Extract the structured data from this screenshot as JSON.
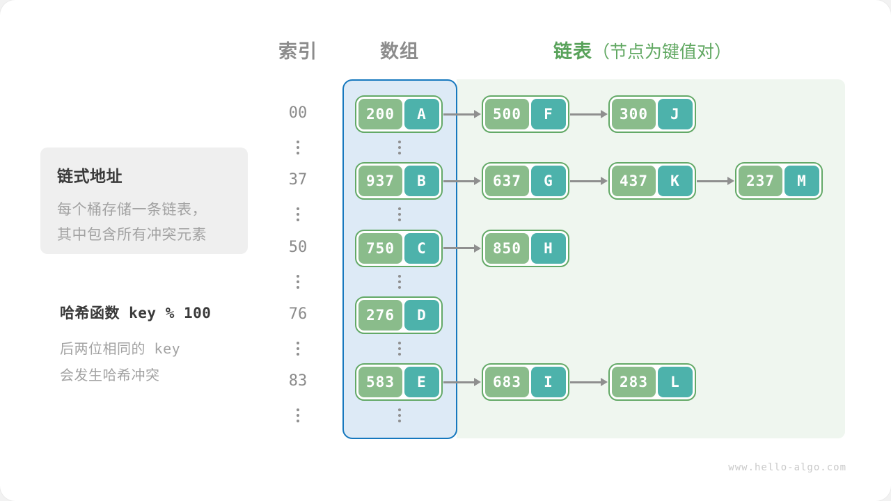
{
  "headers": {
    "index": "索引",
    "array": "数组",
    "list": "链表",
    "list_note": "（节点为键值对）"
  },
  "info_box": {
    "title": "链式地址",
    "line1": "每个桶存储一条链表，",
    "line2": "其中包含所有冲突元素"
  },
  "hash_note": {
    "title": "哈希函数 key % 100",
    "line1": "后两位相同的 key",
    "line2": "会发生哈希冲突"
  },
  "rows": [
    {
      "index": "00",
      "bucket": {
        "key": "200",
        "value": "A"
      },
      "chain": [
        {
          "key": "500",
          "value": "F"
        },
        {
          "key": "300",
          "value": "J"
        }
      ]
    },
    {
      "index": "37",
      "bucket": {
        "key": "937",
        "value": "B"
      },
      "chain": [
        {
          "key": "637",
          "value": "G"
        },
        {
          "key": "437",
          "value": "K"
        },
        {
          "key": "237",
          "value": "M"
        }
      ]
    },
    {
      "index": "50",
      "bucket": {
        "key": "750",
        "value": "C"
      },
      "chain": [
        {
          "key": "850",
          "value": "H"
        }
      ]
    },
    {
      "index": "76",
      "bucket": {
        "key": "276",
        "value": "D"
      },
      "chain": []
    },
    {
      "index": "83",
      "bucket": {
        "key": "583",
        "value": "E"
      },
      "chain": [
        {
          "key": "683",
          "value": "I"
        },
        {
          "key": "283",
          "value": "L"
        }
      ]
    }
  ],
  "icons": {
    "arrow": "next-pointer-arrow",
    "ellipsis": "vertical-ellipsis-dots"
  },
  "colors": {
    "array_border_blue": "#1678be",
    "array_fill_blue": "#ddeaf6",
    "list_fill_green": "#eff6ef",
    "node_border_green": "#63a967",
    "key_cell_green": "#8abc8b",
    "value_cell_teal": "#4db2ab",
    "header_green": "#58a25a",
    "gray_text": "#8a8a8a",
    "arrow_gray": "#8f8f8f"
  },
  "watermark": "www.hello-algo.com"
}
